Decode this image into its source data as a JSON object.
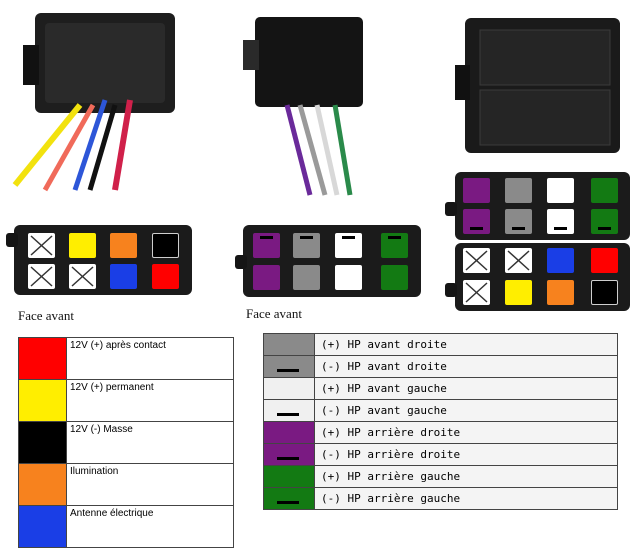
{
  "captions": {
    "left": "Face avant",
    "middle": "Face avant"
  },
  "colors": {
    "red": "#ff0000",
    "yellow": "#ffee00",
    "black": "#000000",
    "orange": "#f7821e",
    "blue": "#1a3ee6",
    "grey": "#8a8a8a",
    "white": "#ffffff",
    "purple": "#7a1a82",
    "green": "#137a13"
  },
  "power_legend": [
    {
      "label": "12V (+) après contact",
      "color": "red"
    },
    {
      "label": "12V (+) permanent",
      "color": "yellow"
    },
    {
      "label": "12V (-) Masse",
      "color": "black"
    },
    {
      "label": "Ilumination",
      "color": "orange"
    },
    {
      "label": "Antenne électrique",
      "color": "blue"
    }
  ],
  "speaker_legend": [
    {
      "label": "(+) HP avant droite",
      "color": "grey",
      "stripe": false
    },
    {
      "label": "(-) HP avant droite",
      "color": "grey",
      "stripe": true
    },
    {
      "label": "(+) HP avant gauche",
      "color": "white",
      "stripe": false
    },
    {
      "label": "(-) HP avant gauche",
      "color": "white",
      "stripe": true
    },
    {
      "label": "(+) HP arrière droite",
      "color": "purple",
      "stripe": false
    },
    {
      "label": "(-) HP arrière droite",
      "color": "purple",
      "stripe": true
    },
    {
      "label": "(+) HP arrière gauche",
      "color": "green",
      "stripe": false
    },
    {
      "label": "(-) HP arrière gauche",
      "color": "green",
      "stripe": true
    }
  ],
  "power_connector": {
    "top": [
      "x",
      "yellow",
      "orange",
      "black"
    ],
    "bottom": [
      "x",
      "x",
      "blue",
      "red"
    ]
  },
  "speaker_connector": {
    "top": [
      "purple-stripe",
      "grey-stripe",
      "white-stripe",
      "green-stripe"
    ],
    "bottom": [
      "purple",
      "grey",
      "white",
      "green"
    ]
  }
}
